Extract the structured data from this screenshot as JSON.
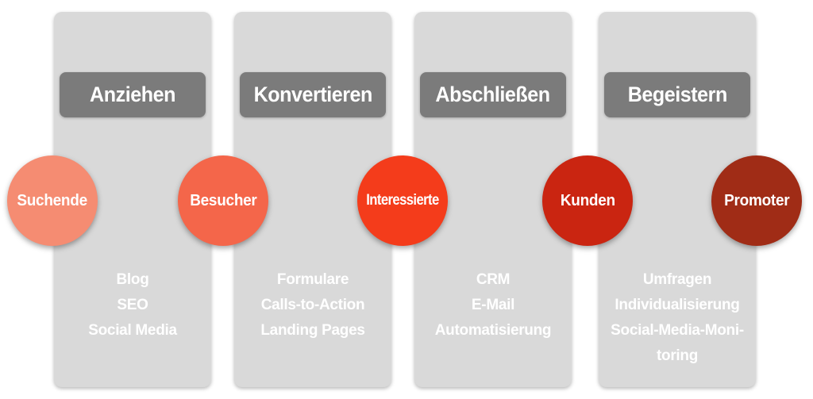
{
  "colors": {
    "page_background": "#ffffff",
    "card_background": "#d9d9d9",
    "stage_header_background": "#7b7b7b",
    "text_on_dark": "#ffffff"
  },
  "stages": [
    {
      "title": "Anziehen",
      "tools": [
        "Blog",
        "SEO",
        "Social Media"
      ]
    },
    {
      "title": "Konvertieren",
      "tools": [
        "Formulare",
        "Calls-to-Action",
        "Landing Pages"
      ]
    },
    {
      "title": "Abschließen",
      "tools": [
        "CRM",
        "E-Mail",
        "Automatisierung"
      ]
    },
    {
      "title": "Begeistern",
      "tools": [
        "Umfragen",
        "Individualisierung",
        "Social-Media-Moni-\ntoring"
      ]
    }
  ],
  "audiences": [
    {
      "label": "Suchende",
      "color": "#F58C72"
    },
    {
      "label": "Besucher",
      "color": "#F4664A"
    },
    {
      "label": "Interessierte",
      "color": "#F43C1B"
    },
    {
      "label": "Kunden",
      "color": "#CA2511"
    },
    {
      "label": "Promoter",
      "color": "#A02C16"
    }
  ]
}
